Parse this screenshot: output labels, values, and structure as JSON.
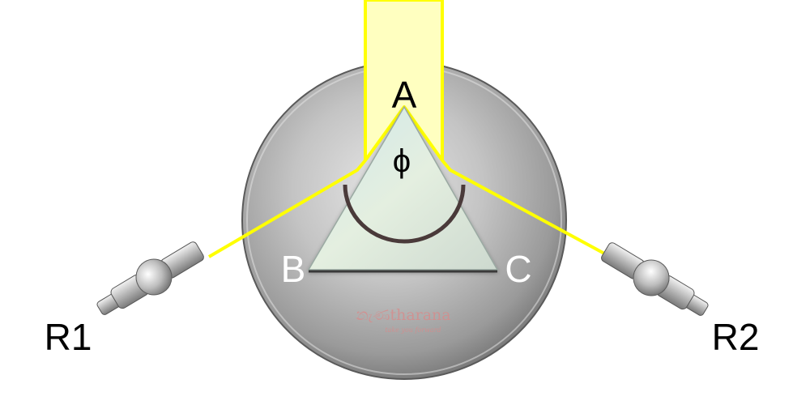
{
  "labels": {
    "vertex_a": "A",
    "vertex_b": "B",
    "vertex_c": "C",
    "angle_symbol": "ϕ",
    "telescope_left": "R1",
    "telescope_right": "R2"
  },
  "watermark": {
    "logo_text": "නැණtharana",
    "tagline": "take you forward"
  },
  "colors": {
    "light_beam": "#ffff00",
    "beam_fill": "#ffffc0",
    "table_metal": "#b8b8b8",
    "prism_glass": "#d9ede5",
    "angle_arc": "#4a3a3a",
    "label_dark": "#000000",
    "label_light": "#ffffff",
    "watermark": "#d98a8a"
  }
}
